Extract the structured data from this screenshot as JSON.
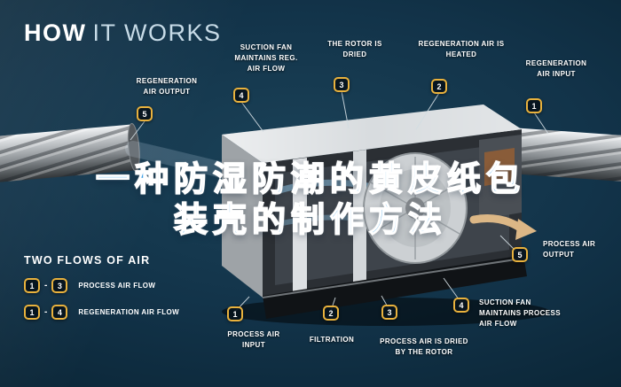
{
  "title": {
    "word_bold": "HOW",
    "word_light": "IT WORKS"
  },
  "overlay_caption": {
    "line1": "一种防湿防潮的黄皮纸包",
    "line2": "装壳的制作方法",
    "color": "#3b9fe6"
  },
  "legend": {
    "heading": "TWO FLOWS OF AIR",
    "separator": "-",
    "rows": [
      {
        "from": "1",
        "to": "3",
        "label": "PROCESS AIR FLOW"
      },
      {
        "from": "1",
        "to": "4",
        "label": "REGENERATION AIR FLOW"
      }
    ]
  },
  "callouts": [
    {
      "num": "5",
      "label": "REGENERATION AIR OUTPUT"
    },
    {
      "num": "4",
      "label": "SUCTION FAN MAINTAINS REG. AIR FLOW"
    },
    {
      "num": "3",
      "label": "THE ROTOR IS DRIED"
    },
    {
      "num": "2",
      "label": "REGENERATION AIR IS HEATED"
    },
    {
      "num": "1",
      "label": "REGENERATION AIR INPUT"
    },
    {
      "num": "1",
      "label": "PROCESS AIR INPUT"
    },
    {
      "num": "2",
      "label": "FILTRATION"
    },
    {
      "num": "3",
      "label": "PROCESS AIR IS DRIED BY THE ROTOR"
    },
    {
      "num": "4",
      "label": "SUCTION FAN MAINTAINS PROCESS AIR FLOW"
    },
    {
      "num": "5",
      "label": "PROCESS AIR OUTPUT"
    }
  ],
  "colors": {
    "background": "#0d2737",
    "badge_border": "#e9b23d",
    "caption_blue": "#3b9fe6",
    "label_text": "#ffffff"
  }
}
